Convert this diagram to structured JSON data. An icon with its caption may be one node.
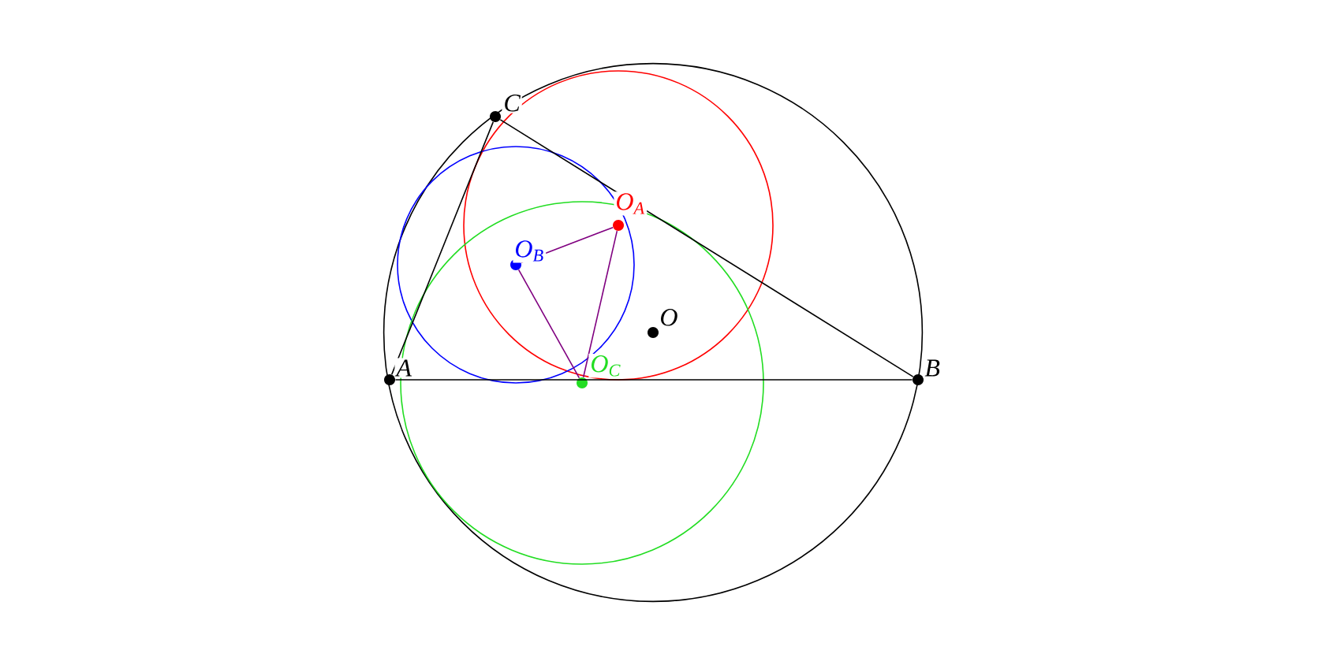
{
  "diagram": {
    "nodes": [
      {
        "text": [],
        "shape": "circle",
        "beside": [
          "C"
        ]
      },
      {
        "text": [],
        "shape": "circle",
        "beside": [
          "O$_{A}$"
        ]
      },
      {
        "text": [],
        "shape": "circle",
        "beside": [
          "O$_{B}$"
        ]
      },
      {
        "text": [],
        "shape": "circle",
        "beside": [
          "O"
        ]
      },
      {
        "text": [],
        "shape": "circle",
        "beside": [
          "A"
        ]
      },
      {
        "text": [],
        "shape": "circle",
        "beside": [
          "B"
        ]
      },
      {
        "text": [],
        "shape": "circle",
        "beside": [
          "O$_{C}$"
        ]
      }
    ],
    "edges": [
      {
        "from": 4,
        "to": 5,
        "arrow": "none"
      },
      {
        "from": 5,
        "to": 0,
        "arrow": "none"
      },
      {
        "from": 0,
        "to": 4,
        "arrow": "none"
      },
      {
        "from": 1,
        "to": 2,
        "arrow": "none",
        "color": "#800080"
      },
      {
        "from": 2,
        "to": 6,
        "arrow": "none",
        "color": "#800080"
      },
      {
        "from": 6,
        "to": 1,
        "arrow": "none",
        "color": "#800080"
      }
    ]
  }
}
